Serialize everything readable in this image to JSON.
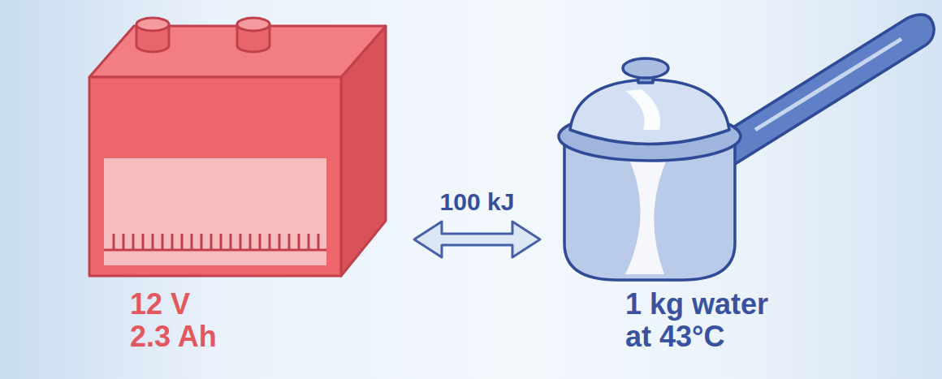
{
  "diagram": {
    "nodes": [
      {
        "text": [
          "12 V 2.3 Ah"
        ]
      },
      {
        "text": [
          "1 kg water at 43°C"
        ]
      }
    ],
    "edges": [
      {
        "from": 0,
        "to": 1,
        "label": "100 kJ",
        "arrow": "both"
      }
    ]
  }
}
